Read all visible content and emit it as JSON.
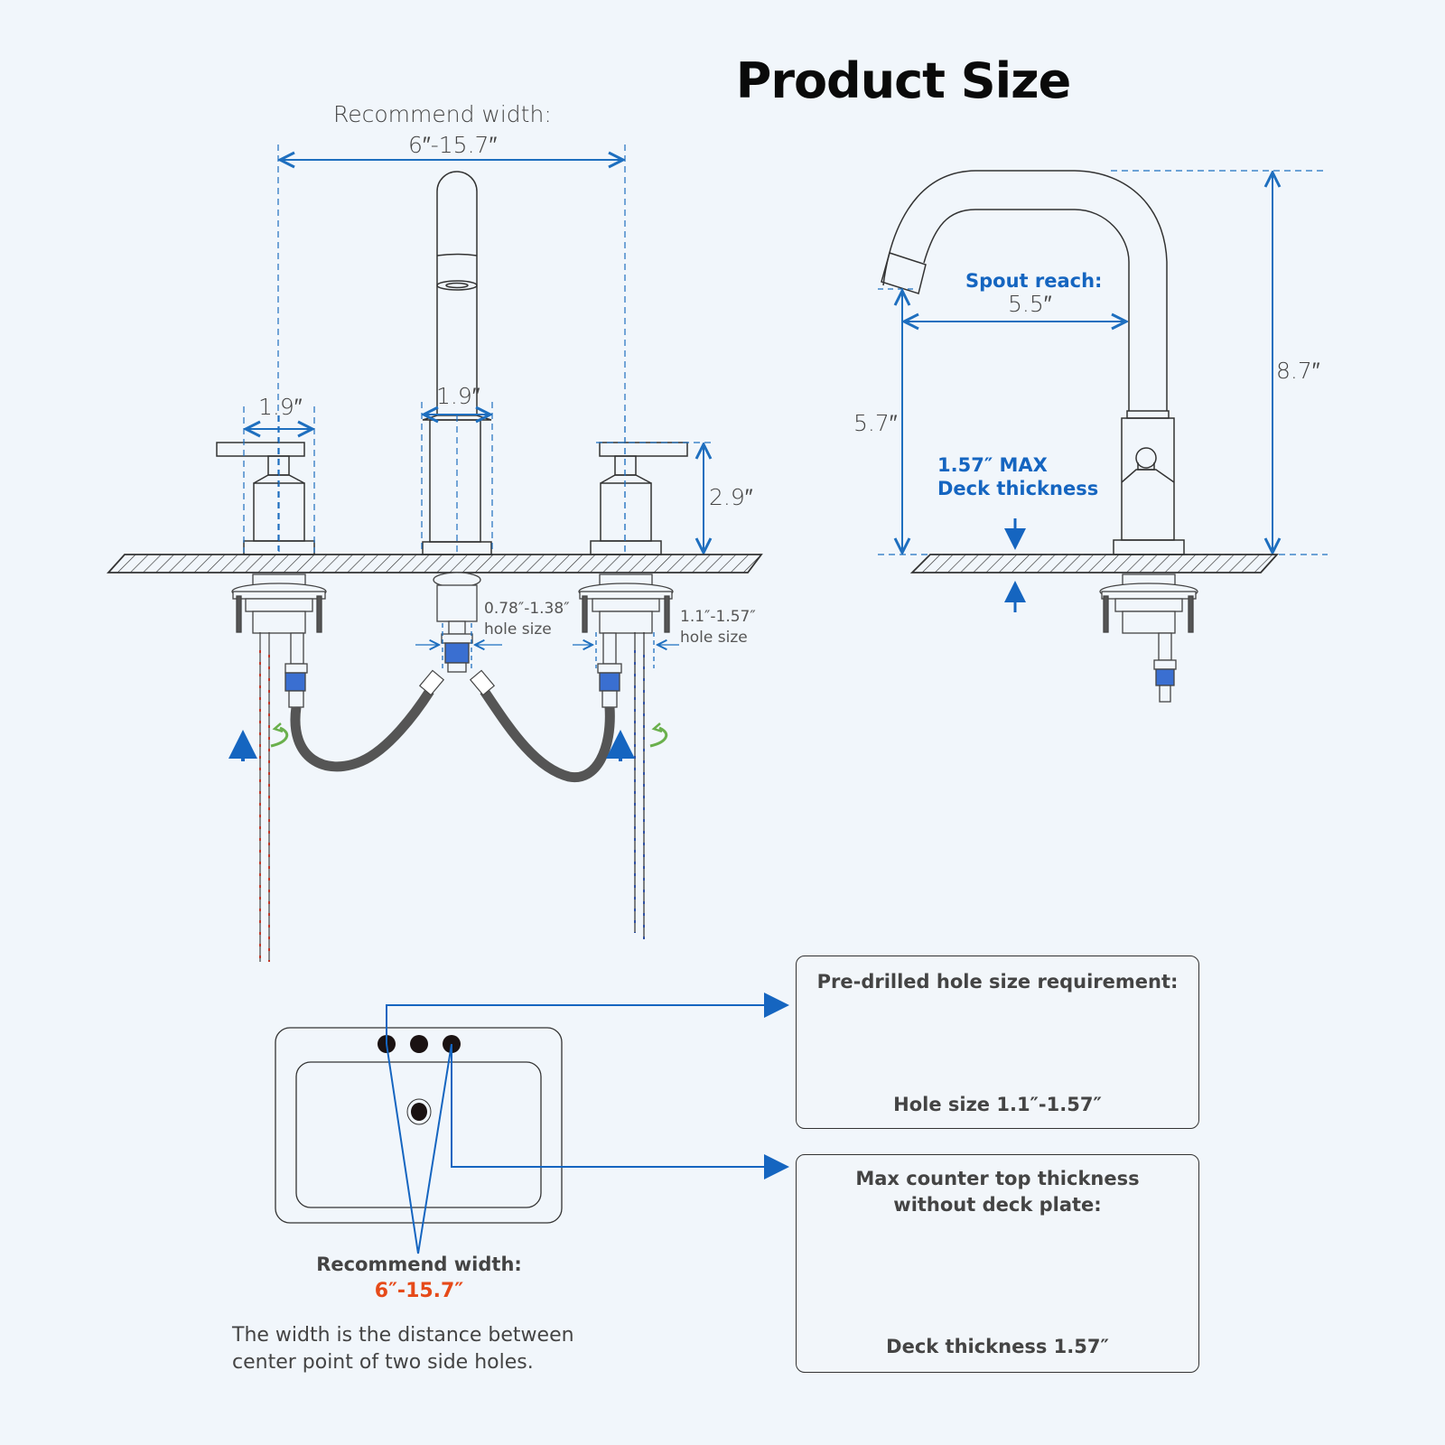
{
  "title": "Product Size",
  "front_view": {
    "recommend_width_label": "Recommend width:",
    "recommend_width_value": "6″-15.7″",
    "handle_width": "1.9″",
    "spout_base_width": "1.9″",
    "handle_height": "2.9″",
    "center_hole": {
      "range": "0.78″-1.38″",
      "label": "hole size"
    },
    "side_hole": {
      "range": "1.1″-1.57″",
      "label": "hole size"
    }
  },
  "side_view": {
    "spout_reach_label": "Spout reach:",
    "spout_reach_value": "5.5″",
    "spout_height": "5.7″",
    "total_height": "8.7″",
    "deck_line1": "1.57″ MAX",
    "deck_line2": "Deck thickness"
  },
  "sink": {
    "recommend_label": "Recommend width:",
    "recommend_value": "6″-15.7″",
    "note_line1": "The width is the distance between",
    "note_line2": "center point of two side holes."
  },
  "cards": [
    {
      "title": "Pre-drilled hole size requirement:",
      "caption": "Hole size 1.1″-1.57″"
    },
    {
      "title_line1": "Max counter top thickness",
      "title_line2": "without deck plate:",
      "caption": "Deck thickness 1.57″"
    }
  ],
  "colors": {
    "accent_blue": "#1565c0",
    "highlight_red": "#e64a19",
    "hose_gray": "#555555",
    "background": "#f1f6fb"
  }
}
